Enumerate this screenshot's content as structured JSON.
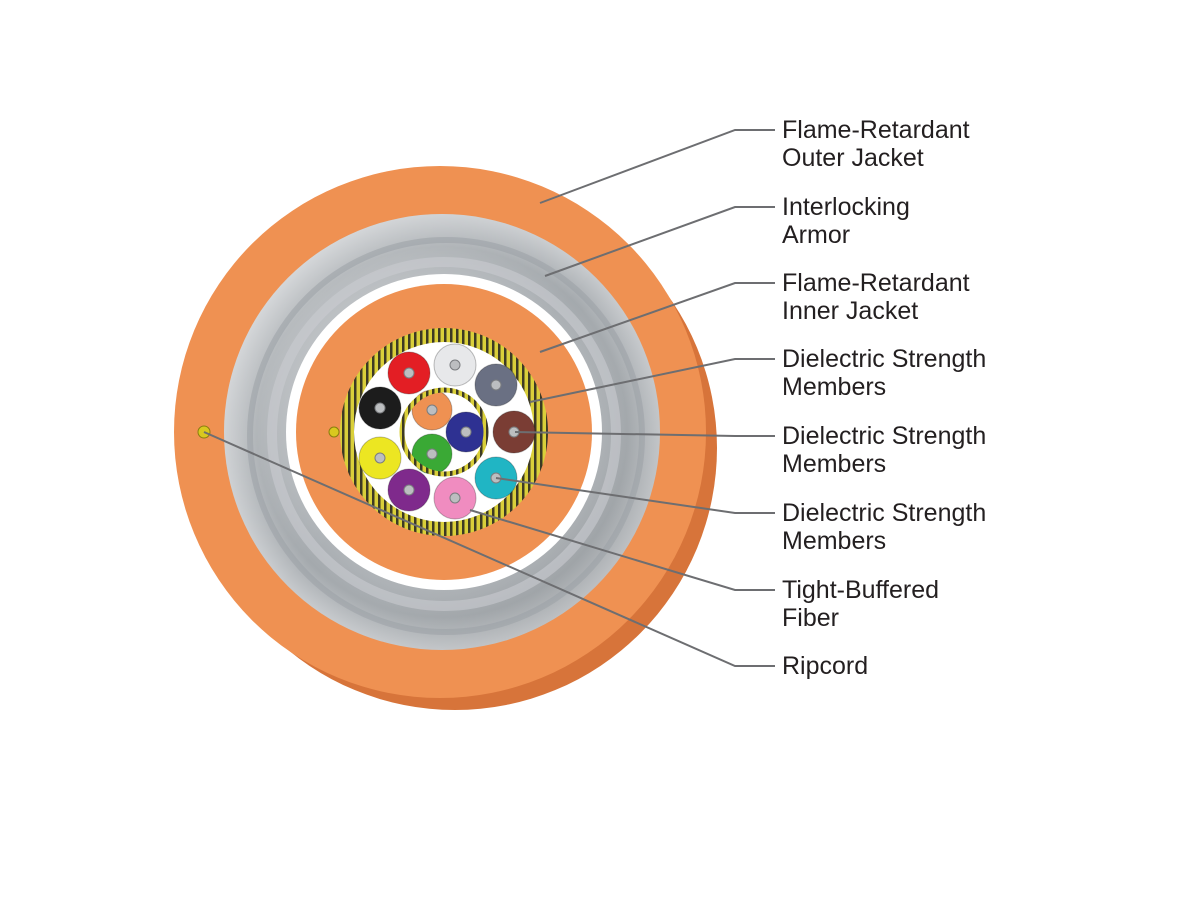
{
  "labels": [
    {
      "id": "outer-jacket",
      "lines": [
        "Flame-Retardant",
        "Outer Jacket"
      ]
    },
    {
      "id": "armor",
      "lines": [
        "Interlocking",
        "Armor"
      ]
    },
    {
      "id": "inner-jacket",
      "lines": [
        "Flame-Retardant",
        "Inner Jacket"
      ]
    },
    {
      "id": "strength-1",
      "lines": [
        "Dielectric Strength",
        "Members"
      ]
    },
    {
      "id": "strength-2",
      "lines": [
        "Dielectric Strength",
        "Members"
      ]
    },
    {
      "id": "strength-3",
      "lines": [
        "Dielectric Strength",
        "Members"
      ]
    },
    {
      "id": "fiber",
      "lines": [
        "Tight-Buffered",
        "Fiber"
      ]
    },
    {
      "id": "ripcord",
      "lines": [
        "Ripcord"
      ]
    }
  ],
  "colors": {
    "jacket": "#ef9152",
    "jacket_side": "#d7743a",
    "armor": "#b4b8bc",
    "armor_dark": "#8c9196",
    "aramid_yellow": "#d9cf3a",
    "aramid_dark": "#3d3a24",
    "leader": "#6d6e71",
    "text": "#231f20"
  },
  "fibers": [
    {
      "name": "red",
      "color": "#e31e24"
    },
    {
      "name": "white",
      "color": "#e7e8ea"
    },
    {
      "name": "slate",
      "color": "#6a7083"
    },
    {
      "name": "brown",
      "color": "#7a3d34"
    },
    {
      "name": "aqua",
      "color": "#20b5c4"
    },
    {
      "name": "rose",
      "color": "#f08cc0"
    },
    {
      "name": "violet",
      "color": "#7f2a8c"
    },
    {
      "name": "yellow",
      "color": "#ece622"
    },
    {
      "name": "black",
      "color": "#1c1c1c"
    },
    {
      "name": "orange",
      "color": "#ef9152"
    },
    {
      "name": "blue",
      "color": "#2e3192"
    },
    {
      "name": "green",
      "color": "#3aa935"
    }
  ]
}
